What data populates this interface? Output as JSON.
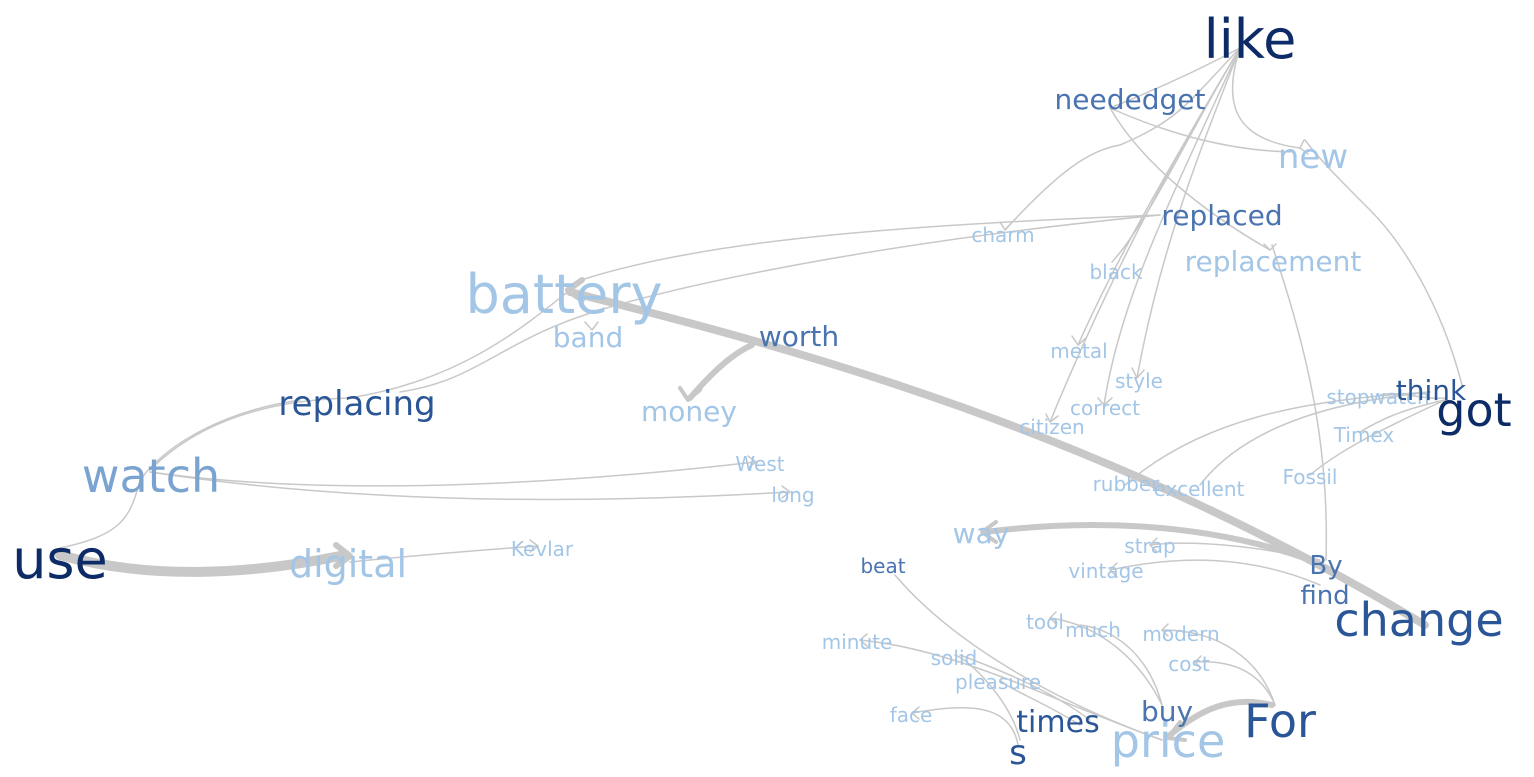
{
  "colors": {
    "edge": "#c8c8c8",
    "tier": [
      "#a3c6e7",
      "#7aa3d0",
      "#4a74b0",
      "#2a5596",
      "#0d2b66"
    ]
  },
  "words": [
    {
      "id": "like",
      "text": "like",
      "tier": 4
    },
    {
      "id": "neededget",
      "text": "neededget",
      "tier": 2
    },
    {
      "id": "new",
      "text": "new",
      "tier": 0
    },
    {
      "id": "replaced",
      "text": "replaced",
      "tier": 2
    },
    {
      "id": "charm",
      "text": "charm",
      "tier": 0
    },
    {
      "id": "replacement",
      "text": "replacement",
      "tier": 0
    },
    {
      "id": "black",
      "text": "black",
      "tier": 0
    },
    {
      "id": "battery",
      "text": "battery",
      "tier": 0
    },
    {
      "id": "band",
      "text": "band",
      "tier": 0
    },
    {
      "id": "worth",
      "text": "worth",
      "tier": 2
    },
    {
      "id": "metal",
      "text": "metal",
      "tier": 0
    },
    {
      "id": "style",
      "text": "style",
      "tier": 0
    },
    {
      "id": "replacing",
      "text": "replacing",
      "tier": 3
    },
    {
      "id": "money",
      "text": "money",
      "tier": 0
    },
    {
      "id": "stopwatch",
      "text": "stopwatch",
      "tier": 0
    },
    {
      "id": "think",
      "text": "think",
      "tier": 3
    },
    {
      "id": "got",
      "text": "got",
      "tier": 4
    },
    {
      "id": "correct",
      "text": "correct",
      "tier": 0
    },
    {
      "id": "citizen",
      "text": "citizen",
      "tier": 0
    },
    {
      "id": "timex",
      "text": "Timex",
      "tier": 0
    },
    {
      "id": "watch",
      "text": "watch",
      "tier": 1
    },
    {
      "id": "west",
      "text": "West",
      "tier": 0
    },
    {
      "id": "fossil",
      "text": "Fossil",
      "tier": 0
    },
    {
      "id": "rubber",
      "text": "rubber",
      "tier": 0
    },
    {
      "id": "excellent",
      "text": "excellent",
      "tier": 0
    },
    {
      "id": "long",
      "text": "long",
      "tier": 0
    },
    {
      "id": "way",
      "text": "way",
      "tier": 0
    },
    {
      "id": "use",
      "text": "use",
      "tier": 4
    },
    {
      "id": "kevlar",
      "text": "Kevlar",
      "tier": 0
    },
    {
      "id": "digital",
      "text": "digital",
      "tier": 0
    },
    {
      "id": "strap",
      "text": "strap",
      "tier": 0
    },
    {
      "id": "by",
      "text": "By",
      "tier": 2
    },
    {
      "id": "beat",
      "text": "beat",
      "tier": 2
    },
    {
      "id": "vintage",
      "text": "vintage",
      "tier": 0
    },
    {
      "id": "find",
      "text": "find",
      "tier": 2
    },
    {
      "id": "change",
      "text": "change",
      "tier": 3
    },
    {
      "id": "tool",
      "text": "tool",
      "tier": 0
    },
    {
      "id": "much",
      "text": "much",
      "tier": 0
    },
    {
      "id": "modern",
      "text": "modern",
      "tier": 0
    },
    {
      "id": "minute",
      "text": "minute",
      "tier": 0
    },
    {
      "id": "solid",
      "text": "solid",
      "tier": 0
    },
    {
      "id": "cost",
      "text": "cost",
      "tier": 0
    },
    {
      "id": "pleasure",
      "text": "pleasure",
      "tier": 0
    },
    {
      "id": "face",
      "text": "face",
      "tier": 0
    },
    {
      "id": "buy",
      "text": "buy",
      "tier": 2
    },
    {
      "id": "for",
      "text": "For",
      "tier": 3
    },
    {
      "id": "times",
      "text": "times",
      "tier": 3
    },
    {
      "id": "price",
      "text": "price",
      "tier": 0
    },
    {
      "id": "s",
      "text": "s",
      "tier": 3
    }
  ]
}
